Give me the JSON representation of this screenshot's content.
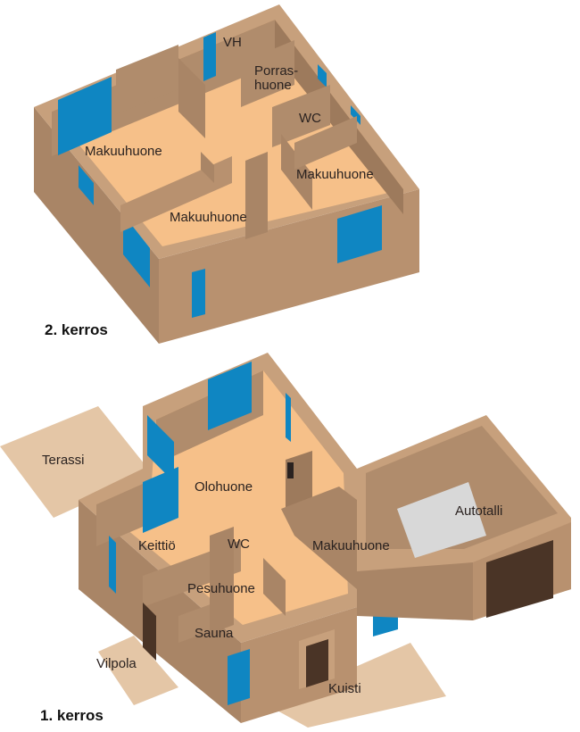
{
  "colors": {
    "floor": "#f6c089",
    "wall_face": "#a98566",
    "wall_top": "#c7a07c",
    "window": "#0f86c2",
    "outdoor": "#e4c6a6",
    "garage_floor": "#d8d8d8",
    "door": "#4a3426"
  },
  "floor2": {
    "title": "2. kerros",
    "rooms": [
      "VH",
      "Porras-\nhuone",
      "WC",
      "Makuuhuone",
      "Makuuhuone",
      "Makuuhuone"
    ]
  },
  "floor1": {
    "title": "1. kerros",
    "rooms": [
      "Terassi",
      "Olohuone",
      "Keittiö",
      "WC",
      "Makuuhuone",
      "Autotalli",
      "Pesuhuone",
      "Sauna",
      "Vilpola",
      "Kuisti"
    ]
  }
}
